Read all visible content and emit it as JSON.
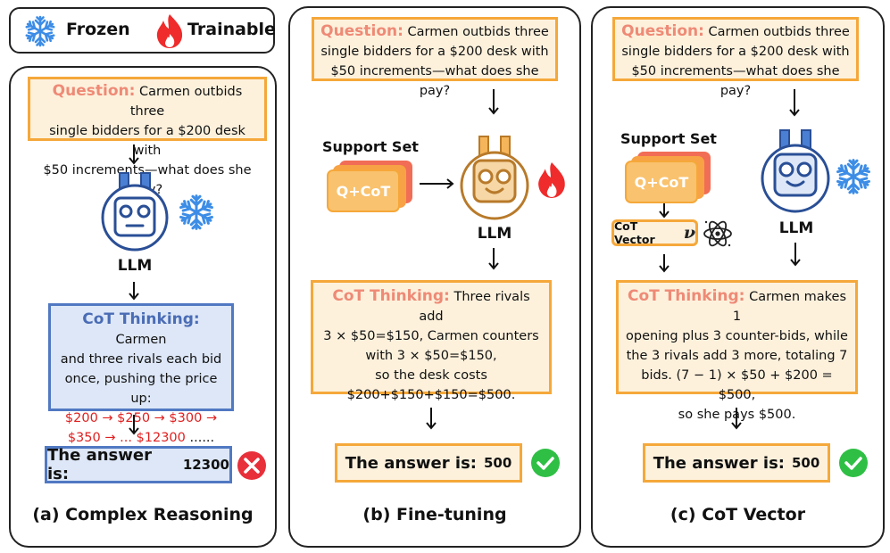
{
  "legend": {
    "frozen_label": "Frozen",
    "trainable_label": "Trainable"
  },
  "panels": {
    "a": {
      "question_label": "Question:",
      "question_lines": [
        "Carmen outbids three",
        "single bidders for a $200 desk with",
        "$50 increments—what does she pay?"
      ],
      "model_label": "LLM",
      "cot_label": "CoT Thinking:",
      "cot_lines": [
        "Carmen",
        "and three rivals each bid",
        "once, pushing the price up:"
      ],
      "cot_red_lines": [
        "$200 → $250 → $300 →",
        "$350 → ... $12300"
      ],
      "cot_tail": " ......",
      "answer_label": "The answer is:",
      "answer_value": "12300",
      "caption": "(a) Complex Reasoning"
    },
    "b": {
      "question_label": "Question:",
      "question_lines": [
        "Carmen outbids three",
        "single bidders for a $200 desk with",
        "$50 increments—what does she pay?"
      ],
      "support_label": "Support Set",
      "card_label": "Q+CoT",
      "model_label": "LLM",
      "cot_label": "CoT Thinking:",
      "cot_lines": [
        "Three rivals add",
        "3 × $50=$150, Carmen counters",
        "with 3 × $50=$150,",
        "so the desk costs",
        "$200+$150+$150=$500."
      ],
      "answer_label": "The answer is:",
      "answer_value": "500",
      "caption": "(b) Fine-tuning"
    },
    "c": {
      "question_label": "Question:",
      "question_lines": [
        "Carmen outbids three",
        "single bidders for a $200 desk with",
        "$50 increments—what does she pay?"
      ],
      "support_label": "Support Set",
      "card_label": "Q+CoT",
      "vector_label": "CoT Vector",
      "vector_symbol": "ν",
      "model_label": "LLM",
      "cot_label": "CoT Thinking:",
      "cot_lines": [
        "Carmen makes 1",
        "opening plus 3 counter-bids, while",
        "the 3 rivals add 3 more, totaling 7",
        "bids. (7 − 1) × $50 + $200 = $500,",
        "so she pays $500."
      ],
      "answer_label": "The answer is:",
      "answer_value": "500",
      "caption": "(c) CoT Vector"
    }
  },
  "colors": {
    "orange_border": "#f5a83a",
    "orange_fill": "#fdf1dc",
    "blue_border": "#5179c2",
    "blue_fill": "#dde7f7",
    "salmon_label": "#ee8a76",
    "wrong_red": "#e8303a",
    "correct_green": "#2fbf45",
    "frozen_blue": "#3d8de6"
  },
  "icons": [
    "snowflake-icon",
    "flame-icon",
    "robot-icon",
    "atom-icon",
    "cross-icon",
    "check-icon"
  ]
}
